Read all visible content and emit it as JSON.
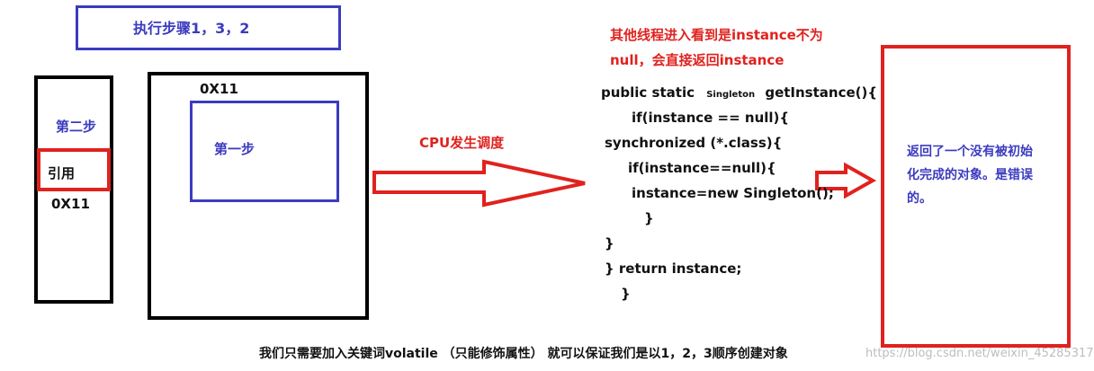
{
  "top_box": {
    "label": "执行步骤1，3，2"
  },
  "stack": {
    "step_label": "第二步",
    "ref_label": "引用",
    "addr": "0X11"
  },
  "heap": {
    "addr": "0X11",
    "inner_label": "第一步"
  },
  "cpu_label": "CPU发生调度",
  "other_thread_note": {
    "line1": "其他线程进入看到是instance不为",
    "line2": "null，会直接返回instance"
  },
  "code": {
    "line1_pre": "public static",
    "line1_small": "Singleton",
    "line1_post": "getInstance(){",
    "line2": "if(instance == null){",
    "line3": "synchronized  (*.class){",
    "line4": "if(instance==null){",
    "line5": "instance=new Singleton();",
    "line6": "}",
    "line7": "}",
    "line8": "} return instance;",
    "line9": "}"
  },
  "result_box": {
    "line1": "返回了一个没有被初始",
    "line2": "化完成的对象。是错误",
    "line3": "的。"
  },
  "bottom_note": "我们只需要加入关键词volatile  （只能修饰属性） 就可以保证我们是以1，2，3顺序创建对象",
  "watermark": "https://blog.csdn.net/weixin_45285317",
  "colors": {
    "black": "#000000",
    "blue": "#3b3bc0",
    "red": "#e0221e"
  }
}
